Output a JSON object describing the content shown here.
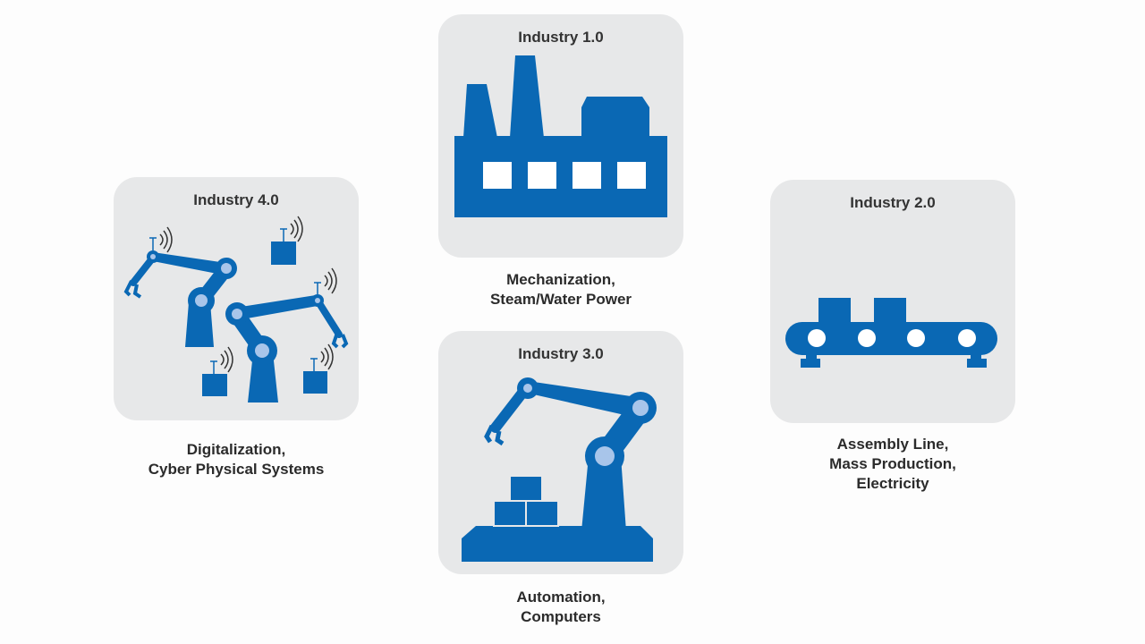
{
  "accent_color": "#0a68b4",
  "joint_color": "#a8c5ea",
  "card_color": "#e7e8e9",
  "stages": {
    "industry_1": {
      "title": "Industry 1.0",
      "icon": "factory-icon",
      "caption": [
        "Mechanization,",
        "Steam/Water Power"
      ]
    },
    "industry_2": {
      "title": "Industry 2.0",
      "icon": "conveyor-belt-icon",
      "caption": [
        "Assembly Line,",
        "Mass Production,",
        "Electricity"
      ]
    },
    "industry_3": {
      "title": "Industry 3.0",
      "icon": "robot-arm-icon",
      "caption": [
        "Automation,",
        "Computers"
      ]
    },
    "industry_4": {
      "title": "Industry 4.0",
      "icon": "connected-robots-icon",
      "caption": [
        "Digitalization,",
        "Cyber Physical Systems"
      ]
    }
  }
}
